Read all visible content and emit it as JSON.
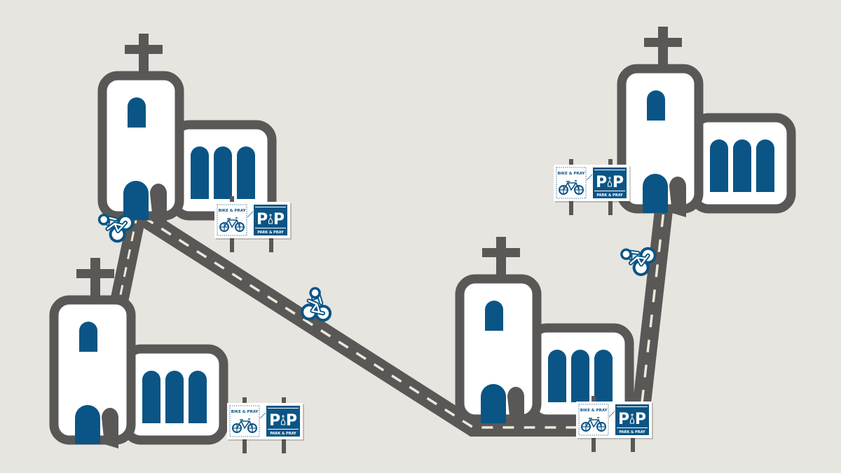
{
  "scene": {
    "description": "Illustration of four churches connected by a road with cyclists and Bike & Pray / Park & Pray signs",
    "colors": {
      "background": "#e6e5df",
      "outline": "#5a5856",
      "building_fill": "#ffffff",
      "accent_blue": "#0a5585",
      "road": "#5a5856",
      "road_dash": "#ece9da"
    }
  },
  "signs": [
    {
      "id": "sign-top-left",
      "bike_label": "BIKE & PRAY",
      "park_letters": "P P",
      "park_label": "PARK & PRAY"
    },
    {
      "id": "sign-top-right",
      "bike_label": "BIKE & PRAY",
      "park_letters": "P P",
      "park_label": "PARK & PRAY"
    },
    {
      "id": "sign-bottom-left",
      "bike_label": "BIKE & PRAY",
      "park_letters": "P P",
      "park_label": "PARK & PRAY"
    },
    {
      "id": "sign-bottom-center",
      "bike_label": "BIKE & PRAY",
      "park_letters": "P P",
      "park_label": "PARK & PRAY"
    }
  ],
  "churches": [
    {
      "id": "church-top-left"
    },
    {
      "id": "church-bottom-left"
    },
    {
      "id": "church-bottom-center"
    },
    {
      "id": "church-top-right"
    }
  ],
  "cyclists": [
    {
      "id": "cyclist-top-left"
    },
    {
      "id": "cyclist-middle"
    },
    {
      "id": "cyclist-right"
    }
  ]
}
